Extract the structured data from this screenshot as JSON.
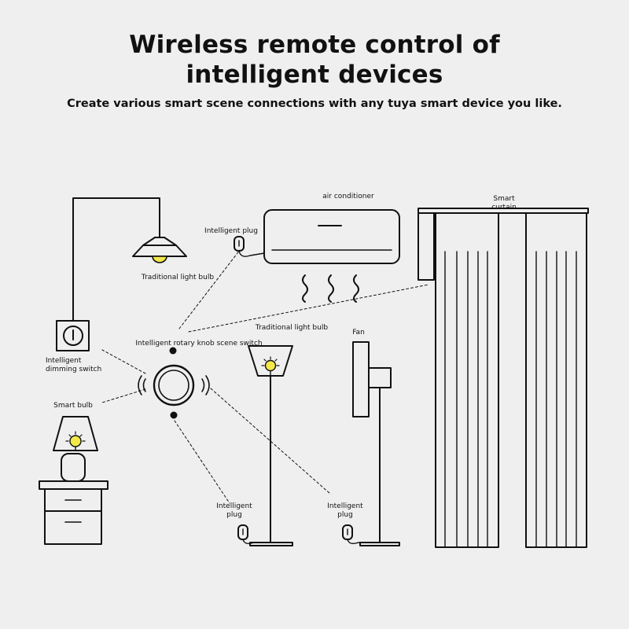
{
  "header": {
    "title_line1": "Wireless remote control of",
    "title_line2": "intelligent devices",
    "subtitle": "Create various smart scene connections with any tuya smart device you like."
  },
  "labels": {
    "air_conditioner": "air conditioner",
    "smart_curtain_line1": "Smart",
    "smart_curtain_line2": "curtain",
    "intelligent_plug_ac": "Intelligent plug",
    "traditional_light_bulb_ceiling": "Traditional light bulb",
    "traditional_light_bulb_floor": "Traditional light bulb",
    "fan": "Fan",
    "knob_switch": "Intelligent rotary knob scene switch",
    "dimming_switch_line1": "Intelligent",
    "dimming_switch_line2": "dimming switch",
    "smart_bulb": "Smart bulb",
    "plug_floor_lamp_line1": "Intelligent",
    "plug_floor_lamp_line2": "plug",
    "plug_fan_line1": "Intelligent",
    "plug_fan_line2": "plug"
  },
  "colors": {
    "background": "#efefef",
    "stroke": "#111111",
    "bulb_accent": "#f2e84a"
  }
}
